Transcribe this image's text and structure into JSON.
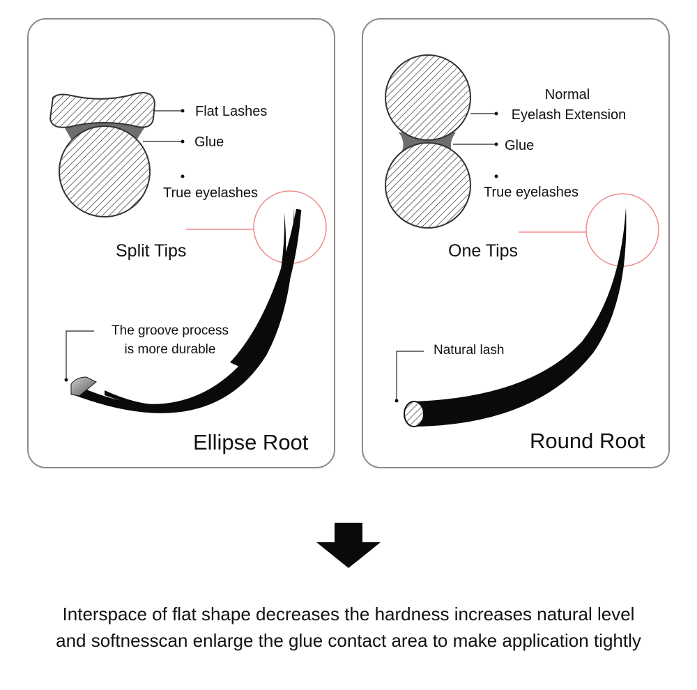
{
  "left_panel": {
    "labels": {
      "flat_lashes": "Flat Lashes",
      "glue": "Glue",
      "true_eyelashes": "True eyelashes"
    },
    "tip_label": "Split Tips",
    "callout": [
      "The groove process",
      "is more durable"
    ],
    "root_title": "Ellipse Root"
  },
  "right_panel": {
    "labels": {
      "normal_line1": "Normal",
      "normal_line2": "Eyelash Extension",
      "glue": "Glue",
      "true_eyelashes": "True eyelashes"
    },
    "tip_label": "One Tips",
    "callout": "Natural lash",
    "root_title": "Round Root"
  },
  "footer": {
    "line1": "Interspace of flat shape decreases the hardness increases natural level",
    "line2": "and softnesscan enlarge the glue contact area to make application tightly"
  },
  "colors": {
    "panel_border": "#8a8a8a",
    "glue": "#6e6e6e",
    "highlight_circle": "#ef8a8a",
    "lash": "#0a0a0a"
  }
}
